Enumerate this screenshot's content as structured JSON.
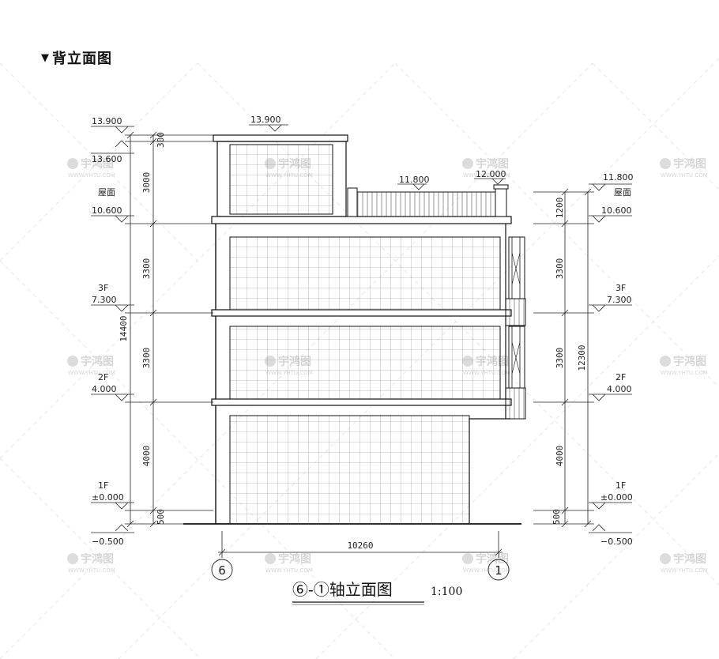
{
  "header": {
    "marker": "▼",
    "title": "背立面图"
  },
  "watermark": {
    "brand": "宇鸿图",
    "url": "WWW.YHTU.COM"
  },
  "caption": {
    "title": "⑥-①轴立面图",
    "scale": "1:100"
  },
  "axes": {
    "left": "6",
    "right": "1"
  },
  "levels_left": [
    {
      "value": "13.900",
      "label": ""
    },
    {
      "value": "13.600",
      "label": ""
    },
    {
      "value": "10.600",
      "label": "屋面"
    },
    {
      "value": "7.300",
      "label": "3F"
    },
    {
      "value": "4.000",
      "label": "2F"
    },
    {
      "value": "±0.000",
      "label": "1F"
    },
    {
      "value": "−0.500",
      "label": ""
    }
  ],
  "levels_right": [
    {
      "value": "11.800",
      "label": "屋面"
    },
    {
      "value": "10.600",
      "label": ""
    },
    {
      "value": "7.300",
      "label": "3F"
    },
    {
      "value": "4.000",
      "label": "2F"
    },
    {
      "value": "±0.000",
      "label": "1F"
    },
    {
      "value": "−0.500",
      "label": ""
    }
  ],
  "top_marks": {
    "roof_tower": "13.900",
    "parapet": "11.800",
    "parapet_post": "12.000"
  },
  "dims_left": [
    "300",
    "3000",
    "3300",
    "3300",
    "4000",
    "500"
  ],
  "dims_left_total": "14400",
  "dims_right": [
    "1200",
    "3300",
    "3300",
    "4000",
    "500"
  ],
  "dims_right_total": "12300",
  "dim_bottom": "10260"
}
